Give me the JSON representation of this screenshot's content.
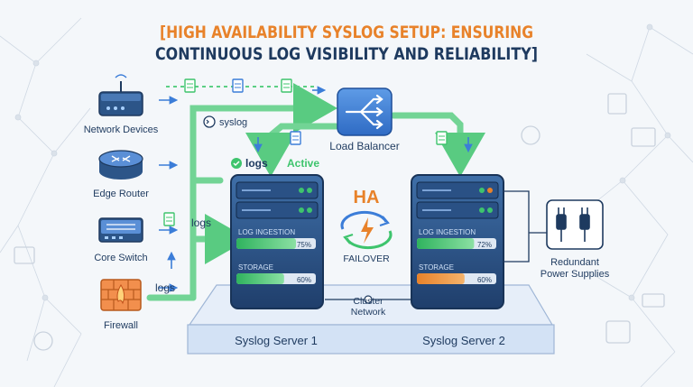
{
  "title": {
    "line1": "[HIGH AVAILABILITY SYSLOG SETUP: ENSURING",
    "line2": "CONTINUOUS LOG VISIBILITY AND RELIABILITY]"
  },
  "sources": [
    {
      "label": "Network Devices",
      "icon": "router-icon"
    },
    {
      "label": "Edge Router",
      "icon": "edge-router-icon"
    },
    {
      "label": "Core Switch",
      "icon": "switch-icon"
    },
    {
      "label": "Firewall",
      "icon": "firewall-icon"
    }
  ],
  "flow_labels": {
    "syslog": "syslog",
    "logs_left": "logs",
    "logs_mid": "logs",
    "logs_top": "logs",
    "active": "Active"
  },
  "load_balancer": {
    "label": "Load Balancer"
  },
  "ha": {
    "title": "HA",
    "failover": "FAILOVER"
  },
  "server1": {
    "name": "Syslog Server 1",
    "ingestion_label": "LOG INGESTION",
    "ingestion_value": "75%",
    "ingestion_level": 0.75,
    "storage_label": "STORAGE",
    "storage_value": "60%",
    "storage_level": 0.6
  },
  "server2": {
    "name": "Syslog Server 2",
    "ingestion_label": "LOG INGESTION",
    "ingestion_value": "72%",
    "ingestion_level": 0.72,
    "storage_label": "STORAGE",
    "storage_value": "60%",
    "storage_level": 0.6
  },
  "cluster": {
    "line1": "Cluster",
    "line2": "Network"
  },
  "power": {
    "line1": "Redundant",
    "line2": "Power Supplies"
  },
  "colors": {
    "navy": "#1e3a5f",
    "blue": "#3b7dd8",
    "green": "#3ec46d",
    "orange": "#e8822a",
    "platform": "#dde9f8"
  }
}
